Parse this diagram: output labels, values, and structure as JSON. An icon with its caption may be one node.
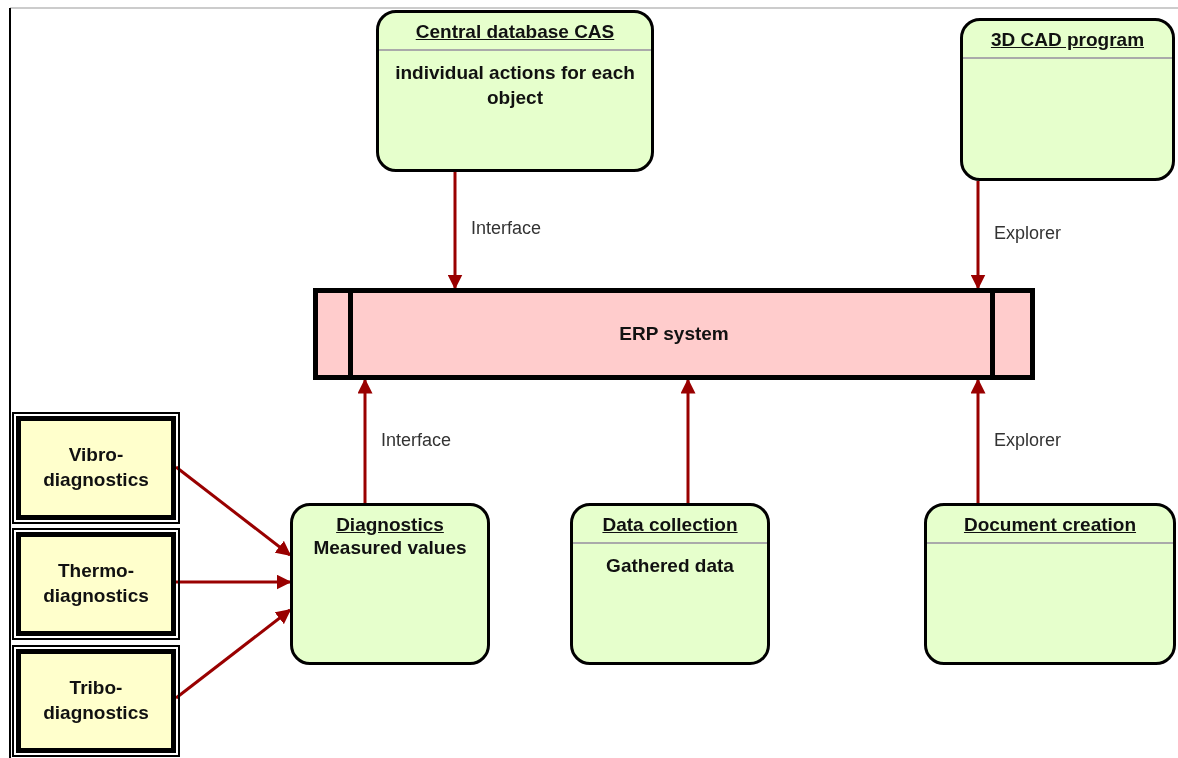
{
  "diagram": {
    "nodes": [
      {
        "text": [
          "Central database CAS",
          "individual actions for each object"
        ]
      },
      {
        "text": [
          "3D CAD program"
        ]
      },
      {
        "text": [
          "ERP system"
        ]
      },
      {
        "text": [
          "Vibro- diagnostics"
        ]
      },
      {
        "text": [
          "Thermo- diagnostics"
        ]
      },
      {
        "text": [
          "Tribo- diagnostics"
        ]
      },
      {
        "text": [
          "Diagnostics",
          "Measured values"
        ]
      },
      {
        "text": [
          "Data collection",
          "Gathered data"
        ]
      },
      {
        "text": [
          "Document creation"
        ]
      }
    ],
    "edges": [
      {
        "from": 0,
        "to": 2,
        "arrow": "to",
        "label": "Interface"
      },
      {
        "from": 1,
        "to": 2,
        "arrow": "to",
        "label": "Explorer"
      },
      {
        "from": 6,
        "to": 2,
        "arrow": "to",
        "label": "Interface"
      },
      {
        "from": 7,
        "to": 2,
        "arrow": "to"
      },
      {
        "from": 8,
        "to": 2,
        "arrow": "to",
        "label": "Explorer"
      },
      {
        "from": 3,
        "to": 6,
        "arrow": "to"
      },
      {
        "from": 4,
        "to": 6,
        "arrow": "to"
      },
      {
        "from": 5,
        "to": 6,
        "arrow": "to"
      }
    ]
  }
}
